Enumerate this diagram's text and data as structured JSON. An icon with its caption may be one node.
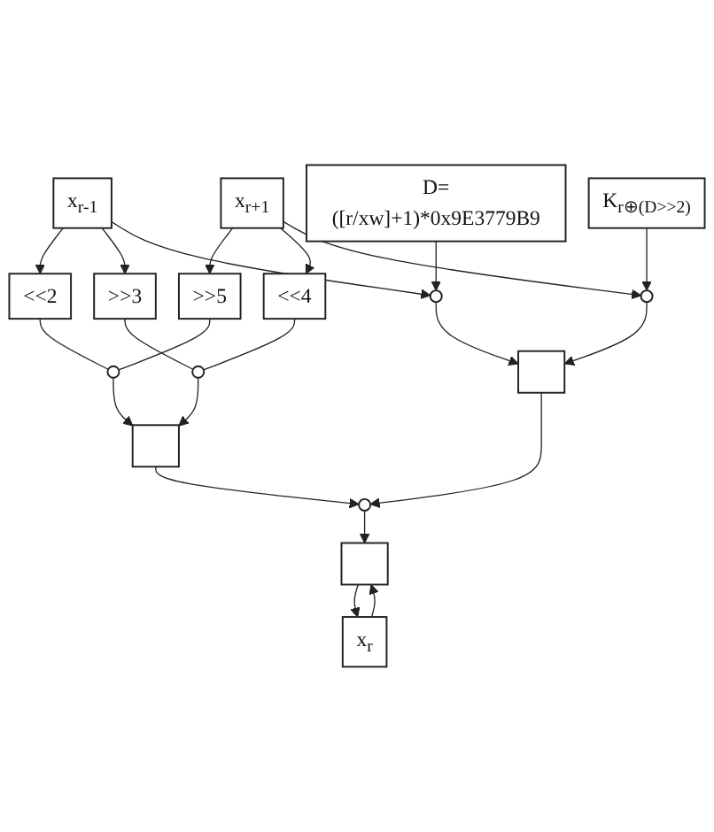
{
  "diagram": {
    "nodes": [
      {
        "text": [
          ">>5"
        ]
      },
      {
        "text": [
          "<<2"
        ]
      },
      {
        "text": [],
        "shape": "circle"
      },
      {
        "text": [],
        "shape": "box"
      },
      {
        "text": [],
        "shape": "circle"
      },
      {
        "text": [
          "<<4"
        ]
      },
      {
        "text": [
          ">>3"
        ]
      },
      {
        "text": [],
        "shape": "circle"
      },
      {
        "text": [],
        "shape": "box"
      },
      {
        "text": [],
        "shape": "box"
      },
      {
        "text": [],
        "shape": "circle"
      },
      {
        "text": [
          "x$_{r-1}$"
        ]
      },
      {
        "text": [
          "x$_{r}$"
        ]
      },
      {
        "text": [],
        "shape": "circle"
      },
      {
        "text": [
          "x$_{r+1}$"
        ]
      },
      {
        "text": [
          "D=([r/xw]+1)*0x9E3779B9"
        ]
      },
      {
        "text": [
          "K$_{r⊕(D>>2)}$"
        ]
      }
    ],
    "edges": [
      {
        "from": 14,
        "to": 0,
        "arrow": "to"
      },
      {
        "from": 14,
        "to": 5,
        "arrow": "to"
      },
      {
        "from": 0,
        "to": 2,
        "arrow": "none"
      },
      {
        "from": 1,
        "to": 2,
        "arrow": "none"
      },
      {
        "from": 2,
        "to": 3,
        "arrow": "to"
      },
      {
        "from": 5,
        "to": 4,
        "arrow": "none"
      },
      {
        "from": 6,
        "to": 4,
        "arrow": "none"
      },
      {
        "from": 4,
        "to": 3,
        "arrow": "to"
      },
      {
        "from": 3,
        "to": 7,
        "arrow": "to"
      },
      {
        "from": 11,
        "to": 1,
        "arrow": "to"
      },
      {
        "from": 11,
        "to": 6,
        "arrow": "to"
      },
      {
        "from": 8,
        "to": 7,
        "arrow": "to"
      },
      {
        "from": 7,
        "to": 9,
        "arrow": "to"
      },
      {
        "from": 12,
        "to": 9,
        "arrow": "to"
      },
      {
        "from": 9,
        "to": 12,
        "arrow": "to"
      },
      {
        "from": 13,
        "to": 8,
        "arrow": "to"
      },
      {
        "from": 10,
        "to": 8,
        "arrow": "to"
      },
      {
        "from": 14,
        "to": 10,
        "arrow": "to"
      },
      {
        "from": 16,
        "to": 10,
        "arrow": "to"
      },
      {
        "from": 11,
        "to": 13,
        "arrow": "to"
      },
      {
        "from": 15,
        "to": 13,
        "arrow": "to"
      }
    ]
  }
}
